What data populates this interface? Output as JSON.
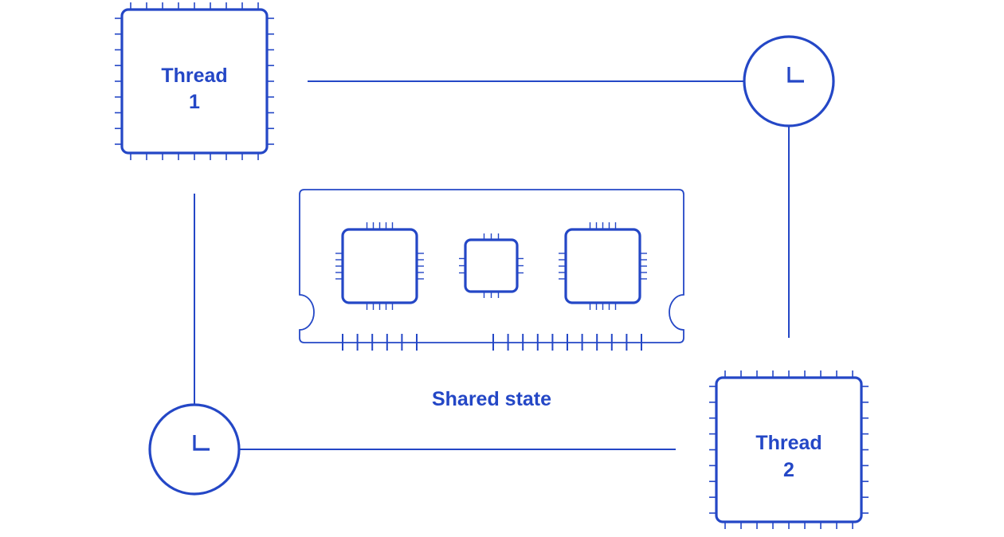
{
  "colors": {
    "stroke": "#2447c6",
    "text": "#2447c6",
    "background": "#ffffff"
  },
  "threads": [
    {
      "line1": "Thread",
      "line2": "1"
    },
    {
      "line1": "Thread",
      "line2": "2"
    }
  ],
  "shared_state": {
    "label": "Shared state"
  },
  "icons": {
    "clock": "clock-icon",
    "chip": "cpu-chip-icon",
    "memory": "memory-module-icon"
  }
}
